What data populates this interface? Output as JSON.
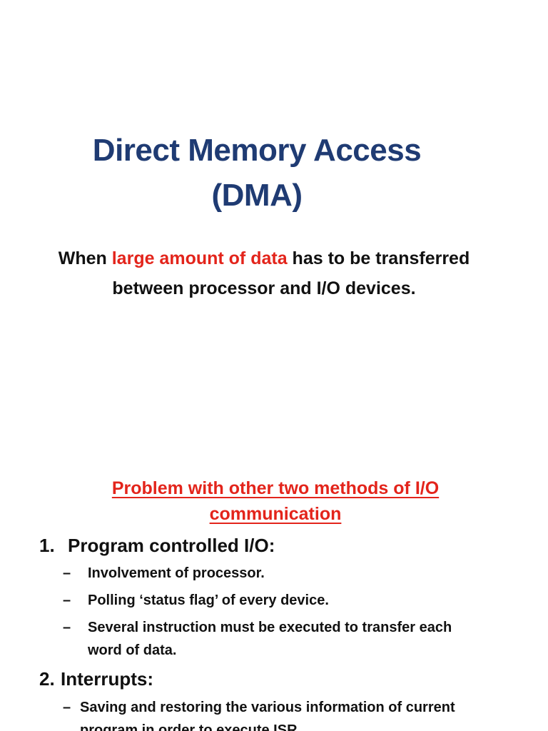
{
  "slide": {
    "title_line1": "Direct Memory Access",
    "title_line2": "(DMA)",
    "intro": {
      "prefix": "When ",
      "highlight": "large amount of data",
      "suffix": " has to be transferred",
      "line2": "between processor and I/O devices."
    },
    "problem_heading_line1": "Problem with other two methods of I/O",
    "problem_heading_line2": "communication",
    "items": [
      {
        "number": "1.",
        "label": "Program controlled I/O:",
        "subitems": [
          {
            "dash": "–",
            "text": "Involvement of processor."
          },
          {
            "dash": "–",
            "text": "Polling ‘status flag’ of every device."
          },
          {
            "dash": "–",
            "text": "Several instruction must be executed to transfer each",
            "text2": "word of data."
          }
        ]
      },
      {
        "number": "2.",
        "label": "Interrupts:",
        "subitems": [
          {
            "dash": "–",
            "text": "Saving and restoring the various information of current",
            "text2": "program in order to execute ISR."
          }
        ]
      }
    ]
  }
}
